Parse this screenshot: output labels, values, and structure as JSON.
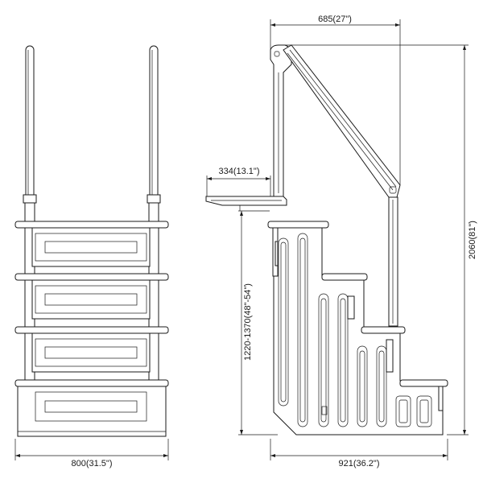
{
  "dimensions": {
    "top_width": "685(27\")",
    "platform_width": "334(13.1\")",
    "total_height": "2060(81\")",
    "adjustable_height": "1220-1370(48\"-54\")",
    "front_width": "800(31.5\")",
    "side_depth": "921(36.2\")"
  },
  "colors": {
    "line": "#1a1a1a",
    "background": "#ffffff"
  }
}
